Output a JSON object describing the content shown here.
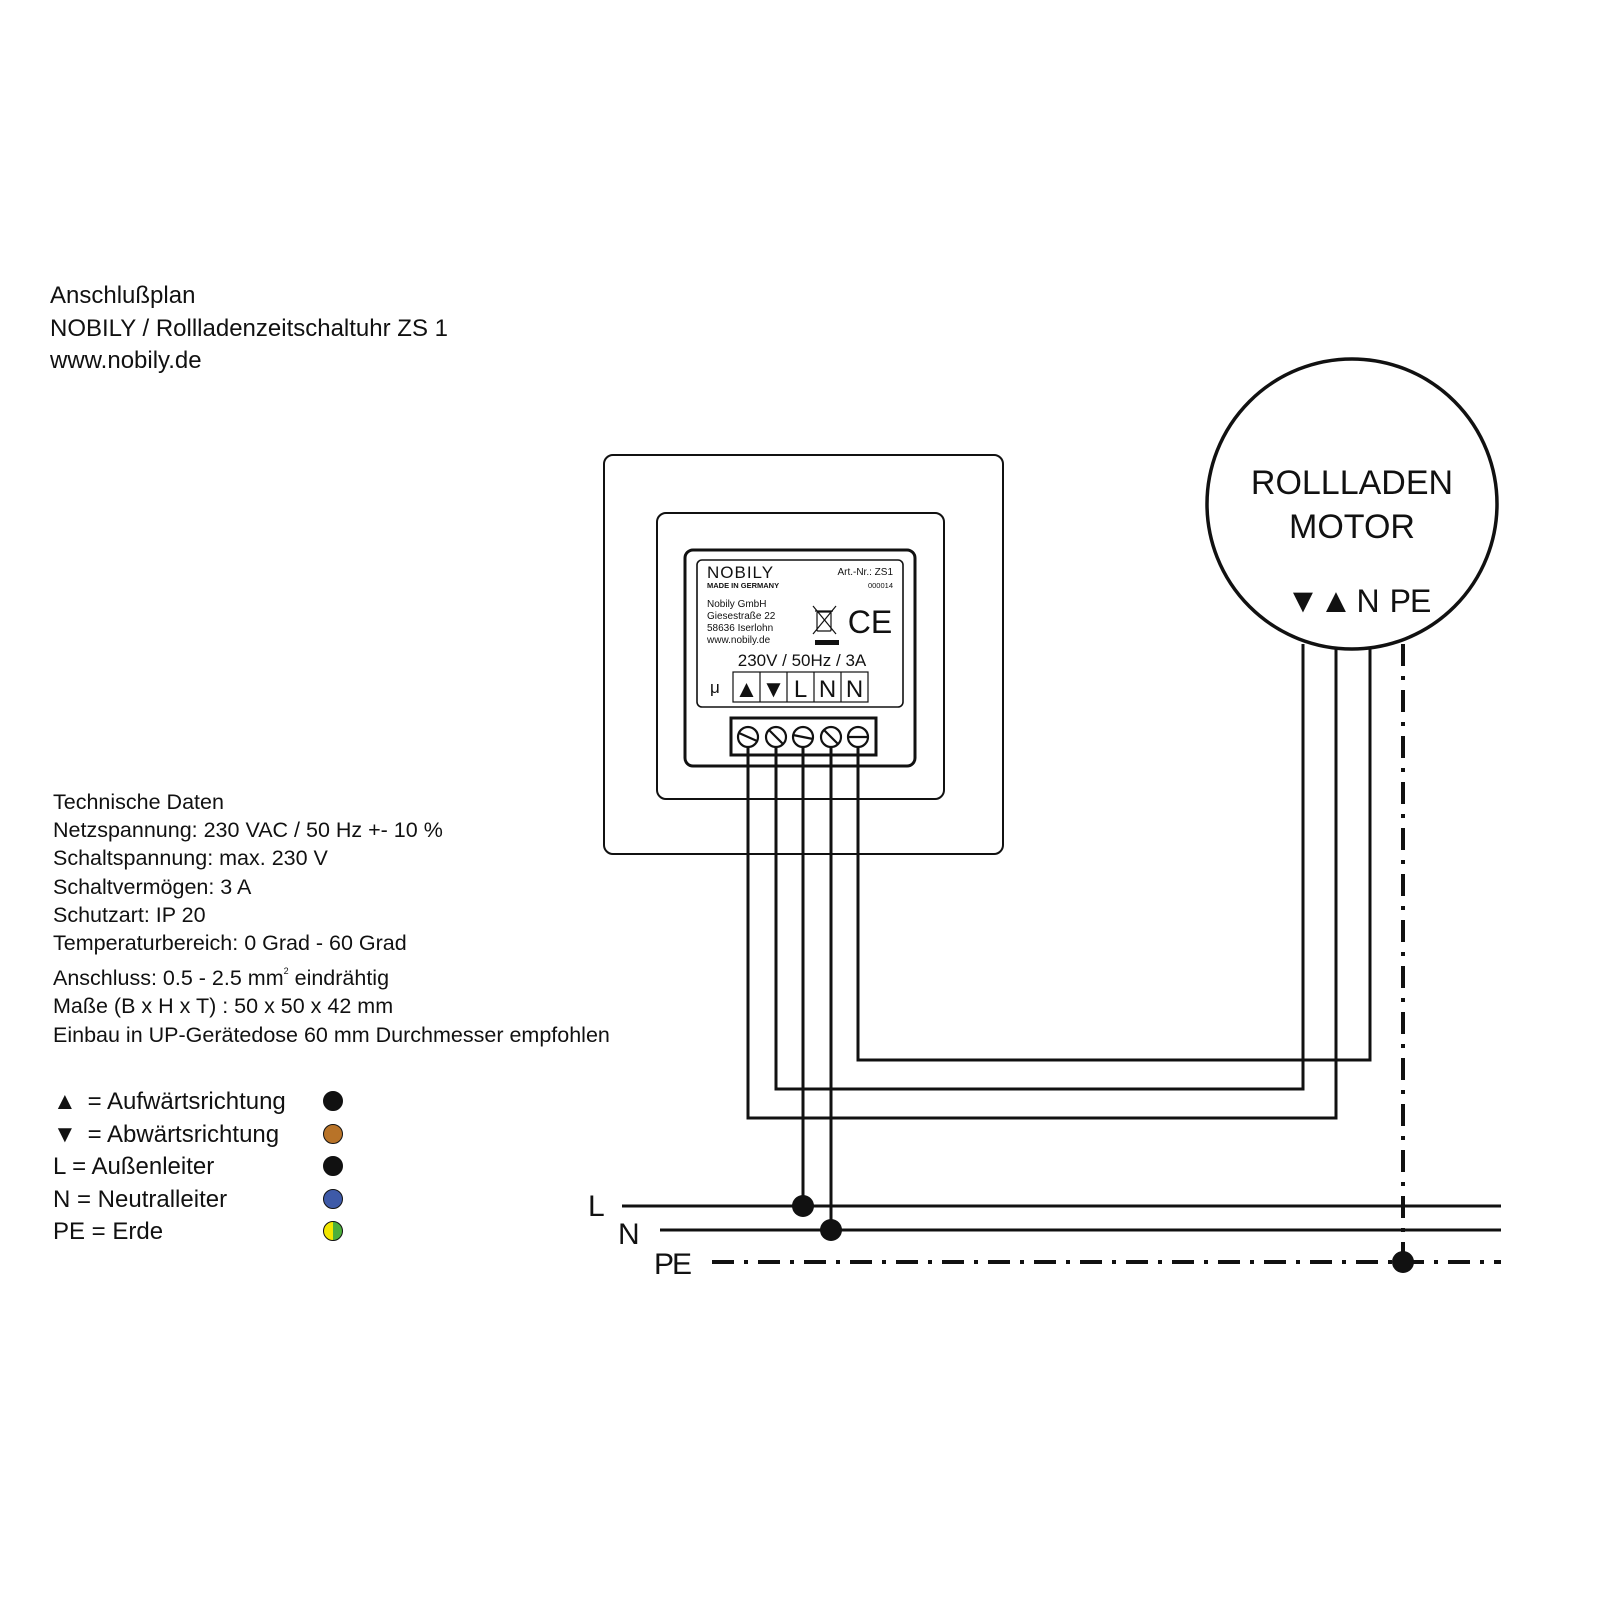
{
  "header": {
    "title": "Anschlußplan",
    "product": "NOBILY / Rollladenzeitschaltuhr ZS 1",
    "website": "www.nobily.de"
  },
  "device_label": {
    "brand": "NOBILY",
    "made_in": "MADE IN GERMANY",
    "article_no": "Art.-Nr.: ZS1",
    "serial": "000014",
    "company": "Nobily GmbH",
    "street": "Giesestraße 22",
    "city": "58636 Iserlohn",
    "website": "www.nobily.de",
    "ce_mark": "CE",
    "rating": "230V / 50Hz / 3A",
    "micro_symbol": "μ",
    "terminals": [
      "▲",
      "▼",
      "L",
      "N",
      "N"
    ],
    "icons": [
      "weee-crossed-bin-icon",
      "ce-mark-icon"
    ]
  },
  "motor": {
    "line1": "ROLLLADEN",
    "line2": "MOTOR",
    "terminals": [
      "▼",
      "▲",
      "N",
      "PE"
    ]
  },
  "bus_labels": {
    "L": "L",
    "N": "N",
    "PE": "PE"
  },
  "technical_data": {
    "heading": "Technische Daten",
    "rows": [
      "Netzspannung: 230 VAC / 50 Hz +- 10 %",
      "Schaltspannung: max. 230 V",
      "Schaltvermögen: 3 A",
      "Schutzart: IP 20",
      "Temperaturbereich: 0 Grad - 60 Grad"
    ],
    "connection_prefix": "Anschluss: 0.5 - 2.5 mm",
    "connection_sup": "2",
    "connection_suffix": " eindrähtig",
    "rows_after": [
      "Maße (B x H x T) : 50 x 50 x 42 mm",
      "Einbau in UP-Gerätedose 60 mm Durchmesser empfohlen"
    ]
  },
  "legend": {
    "items": [
      {
        "symbol": "▲",
        "text": " = Aufwärtsrichtung",
        "color": "#111111"
      },
      {
        "symbol": "▼",
        "text": " = Abwärtsrichtung",
        "color": "#b87328"
      },
      {
        "symbol": "",
        "text": "L =  Außenleiter",
        "color": "#111111"
      },
      {
        "symbol": "",
        "text": "N = Neutralleiter",
        "color": "#3e5aa8"
      },
      {
        "symbol": "",
        "text": "PE = Erde",
        "color": "yellow-green"
      }
    ]
  }
}
